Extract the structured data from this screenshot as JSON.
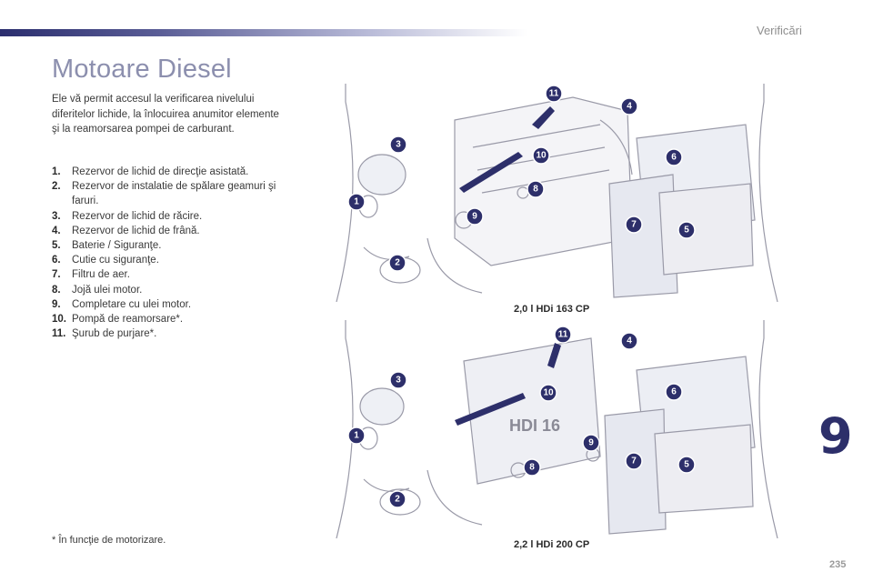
{
  "header": {
    "section": "Verificări"
  },
  "page": {
    "title": "Motoare Diesel",
    "intro": "Ele vă permit accesul la verificarea nivelului diferitelor lichide, la înlocuirea anumitor elemente şi la reamorsarea pompei de carburant.",
    "chapter_number": "9",
    "page_number": "235",
    "footnote": "* În funcţie de motorizare."
  },
  "legend": [
    {
      "num": "1.",
      "text": "Rezervor de lichid de direcţie asistată."
    },
    {
      "num": "2.",
      "text": "Rezervor de instalatie de spălare geamuri şi faruri."
    },
    {
      "num": "3.",
      "text": "Rezervor de lichid de răcire."
    },
    {
      "num": "4.",
      "text": "Rezervor de lichid de frână."
    },
    {
      "num": "5.",
      "text": "Baterie / Siguranţe."
    },
    {
      "num": "6.",
      "text": "Cutie cu siguranţe."
    },
    {
      "num": "7.",
      "text": "Filtru de aer."
    },
    {
      "num": "8.",
      "text": "Jojă ulei motor."
    },
    {
      "num": "9.",
      "text": "Completare cu ulei motor."
    },
    {
      "num": "10.",
      "text": "Pompă de reamorsare*."
    },
    {
      "num": "11.",
      "text": "Şurub de purjare*."
    }
  ],
  "figures": [
    {
      "caption": "2,0 l HDi 163 CP",
      "badges": [
        "1",
        "2",
        "3",
        "4",
        "5",
        "6",
        "7",
        "8",
        "9",
        "10",
        "11"
      ]
    },
    {
      "caption": "2,2 l HDi 200 CP",
      "engine_label": "HDI 16",
      "badges": [
        "1",
        "2",
        "3",
        "4",
        "5",
        "6",
        "7",
        "8",
        "9",
        "10",
        "11"
      ]
    }
  ],
  "colors": {
    "accent": "#2d2f6a",
    "title": "#8c8fae",
    "line_art": "#9a9aa8"
  }
}
